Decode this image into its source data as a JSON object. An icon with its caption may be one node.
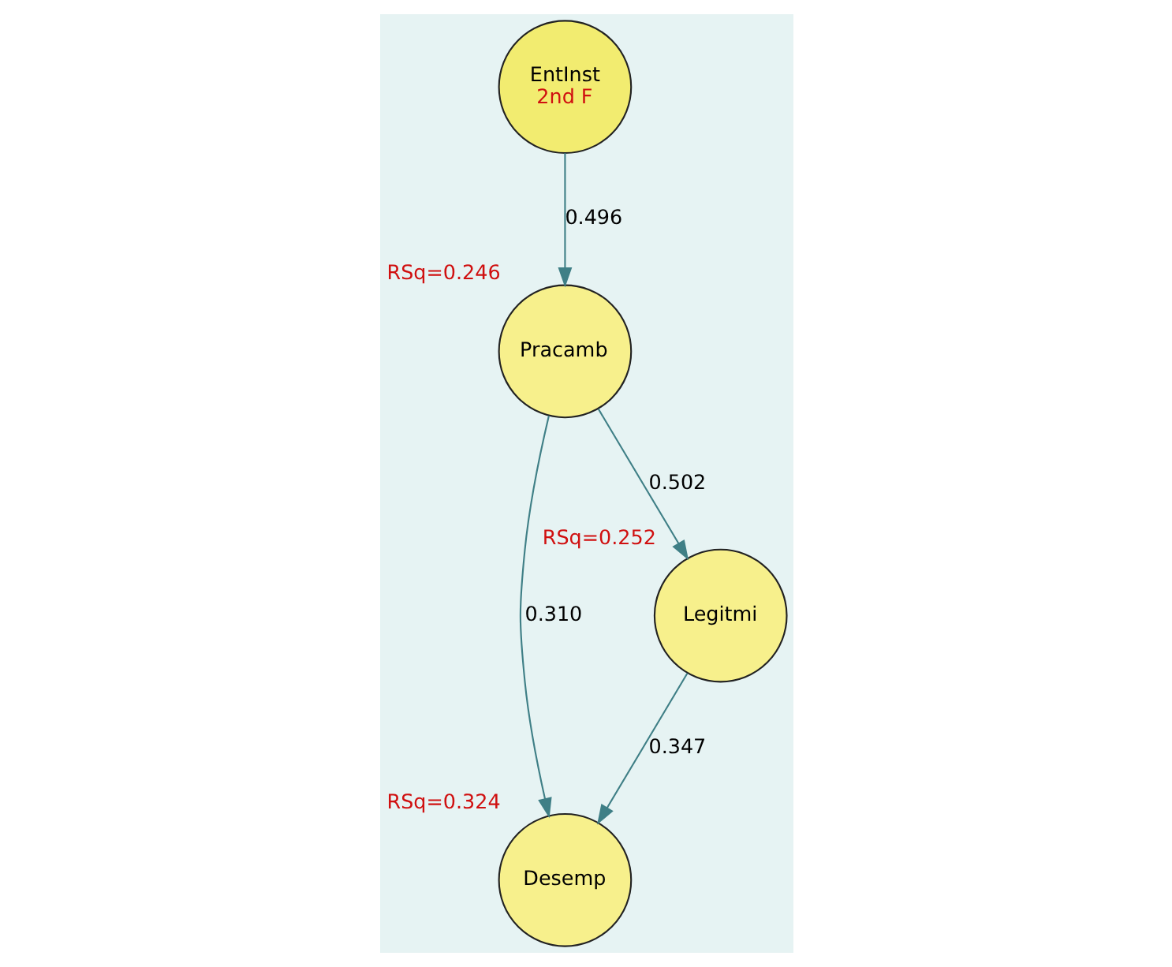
{
  "diagram": {
    "nodes": [
      {
        "text": [
          "EntInst",
          "2nd F"
        ]
      },
      {
        "text": [
          "Pracamb"
        ],
        "beside": [
          "RSq=0.246"
        ]
      },
      {
        "text": [
          "Desemp"
        ],
        "beside": [
          "RSq=0.324"
        ]
      },
      {
        "text": [
          "Legitmi"
        ],
        "beside": [
          "RSq=0.252"
        ]
      }
    ],
    "edges": [
      {
        "from": 0,
        "to": 1,
        "arrow": "to",
        "label": "0.496"
      },
      {
        "from": 1,
        "to": 2,
        "arrow": "to",
        "label": "0.310"
      },
      {
        "from": 1,
        "to": 3,
        "arrow": "to",
        "label": "0.502"
      },
      {
        "from": 3,
        "to": 2,
        "arrow": "to",
        "label": "0.347"
      }
    ]
  }
}
